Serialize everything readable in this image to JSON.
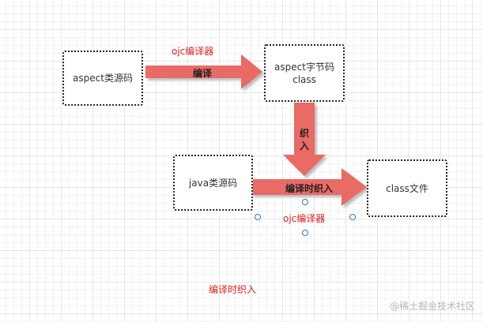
{
  "nodes": {
    "aspect_source": "aspect类源码",
    "aspect_bytecode_line1": "aspect字节码",
    "aspect_bytecode_line2": "class",
    "java_source": "java类源码",
    "class_file": "class文件"
  },
  "arrows": {
    "compile": "编译",
    "weave_line1": "织",
    "weave_line2": "入",
    "compile_time_weave": "编译时织入"
  },
  "annotations": {
    "ajc_top": "ojc编译器",
    "ajc_bottom": "ojc编译器",
    "caption": "编译时织入"
  },
  "watermark": "@稀土掘金技术社区",
  "colors": {
    "arrow_fill": "#ea6b66",
    "arrow_shadow": "#c9c9c9",
    "label_red": "#e02020",
    "handle_blue": "#2a7ad3"
  }
}
